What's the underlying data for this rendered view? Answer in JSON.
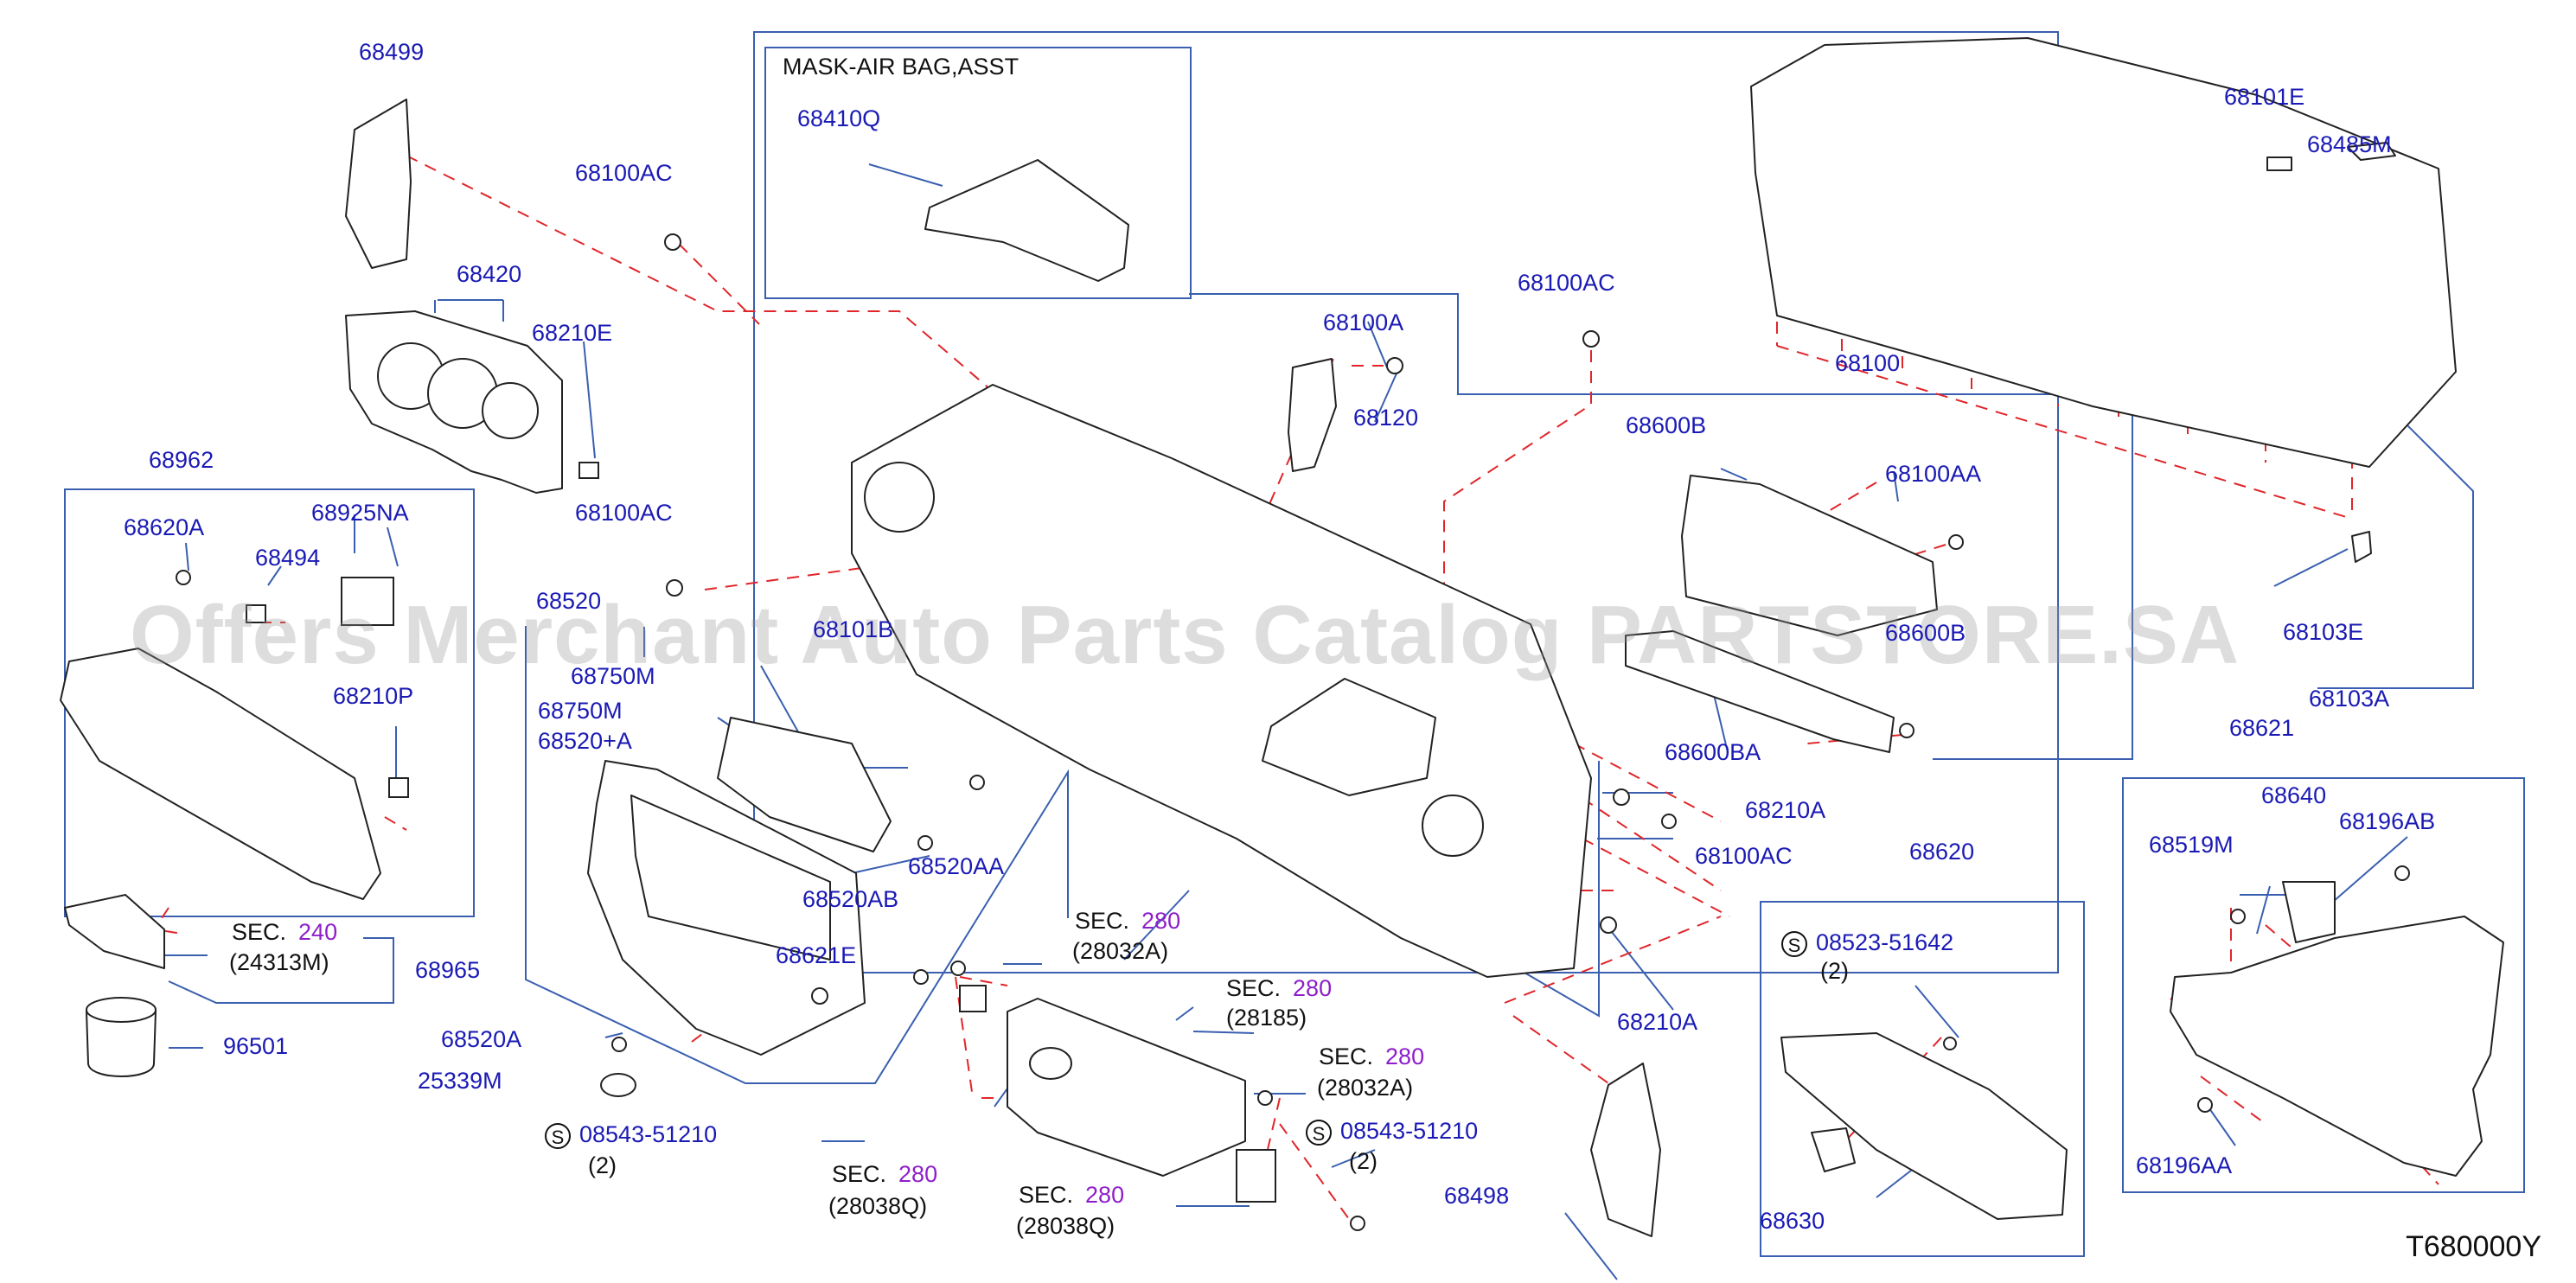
{
  "watermark": "Offers Merchant Auto Parts Catalog PARTSTORE.SA",
  "diagram_code": "T680000Y",
  "airbag_box_title": "MASK-AIR   BAG,ASST",
  "parts": {
    "p68499": "68499",
    "p68100AC_1": "68100AC",
    "p68420": "68420",
    "p68210E": "68210E",
    "p68962": "68962",
    "p68620A": "68620A",
    "p68925NA": "68925NA",
    "p68494": "68494",
    "p68210P": "68210P",
    "p68100AC_2": "68100AC",
    "p68520": "68520",
    "p68750M_a": "68750M",
    "p68750M_b": "68750M",
    "p68520A_plus": "68520+A",
    "p68101B": "68101B",
    "p68410Q": "68410Q",
    "p68100A": "68100A",
    "p68120": "68120",
    "p68100AC_3": "68100AC",
    "p68100": "68100",
    "p68600B": "68600B",
    "p68100AA": "68100AA",
    "p68600B_2": "68600B",
    "p68600BA": "68600BA",
    "p68101E": "68101E",
    "p68485M": "68485M",
    "p68103E": "68103E",
    "p68103A": "68103A",
    "p68210A_1": "68210A",
    "p68100AC_4": "68100AC",
    "p68210A_2": "68210A",
    "p68520AA": "68520AA",
    "p68520AB": "68520AB",
    "p68621E": "68621E",
    "p68965": "68965",
    "p96501": "96501",
    "p68520A": "68520A",
    "p25339M": "25339M",
    "p68620": "68620",
    "p68630": "68630",
    "p68498": "68498",
    "p68621": "68621",
    "p68640": "68640",
    "p68196AB": "68196AB",
    "p68519M": "68519M",
    "p68196AA": "68196AA"
  },
  "sections": {
    "sec240": {
      "prefix": "SEC.",
      "num": "240",
      "ref": "(24313M)"
    },
    "sec280_a": {
      "prefix": "SEC.",
      "num": "280",
      "ref": "(28032A)"
    },
    "sec280_b": {
      "prefix": "SEC.",
      "num": "280",
      "ref": "(28185)"
    },
    "sec280_c": {
      "prefix": "SEC.",
      "num": "280",
      "ref": "(28032A)"
    },
    "sec280_d": {
      "prefix": "SEC.",
      "num": "280",
      "ref": "(28038Q)"
    },
    "sec280_e": {
      "prefix": "SEC.",
      "num": "280",
      "ref": "(28038Q)"
    }
  },
  "screws": {
    "s1": {
      "badge": "S",
      "code": "08543-51210",
      "qty": "(2)"
    },
    "s2": {
      "badge": "S",
      "code": "08543-51210",
      "qty": "(2)"
    },
    "s3": {
      "badge": "S",
      "code": "08523-51642",
      "qty": "(2)"
    }
  },
  "colors": {
    "label_blue": "#1a1ab5",
    "sec_purple": "#8e1ec9",
    "leader_red": "#e0262a",
    "leader_blue": "#3a5fb0",
    "outline": "#222222"
  }
}
